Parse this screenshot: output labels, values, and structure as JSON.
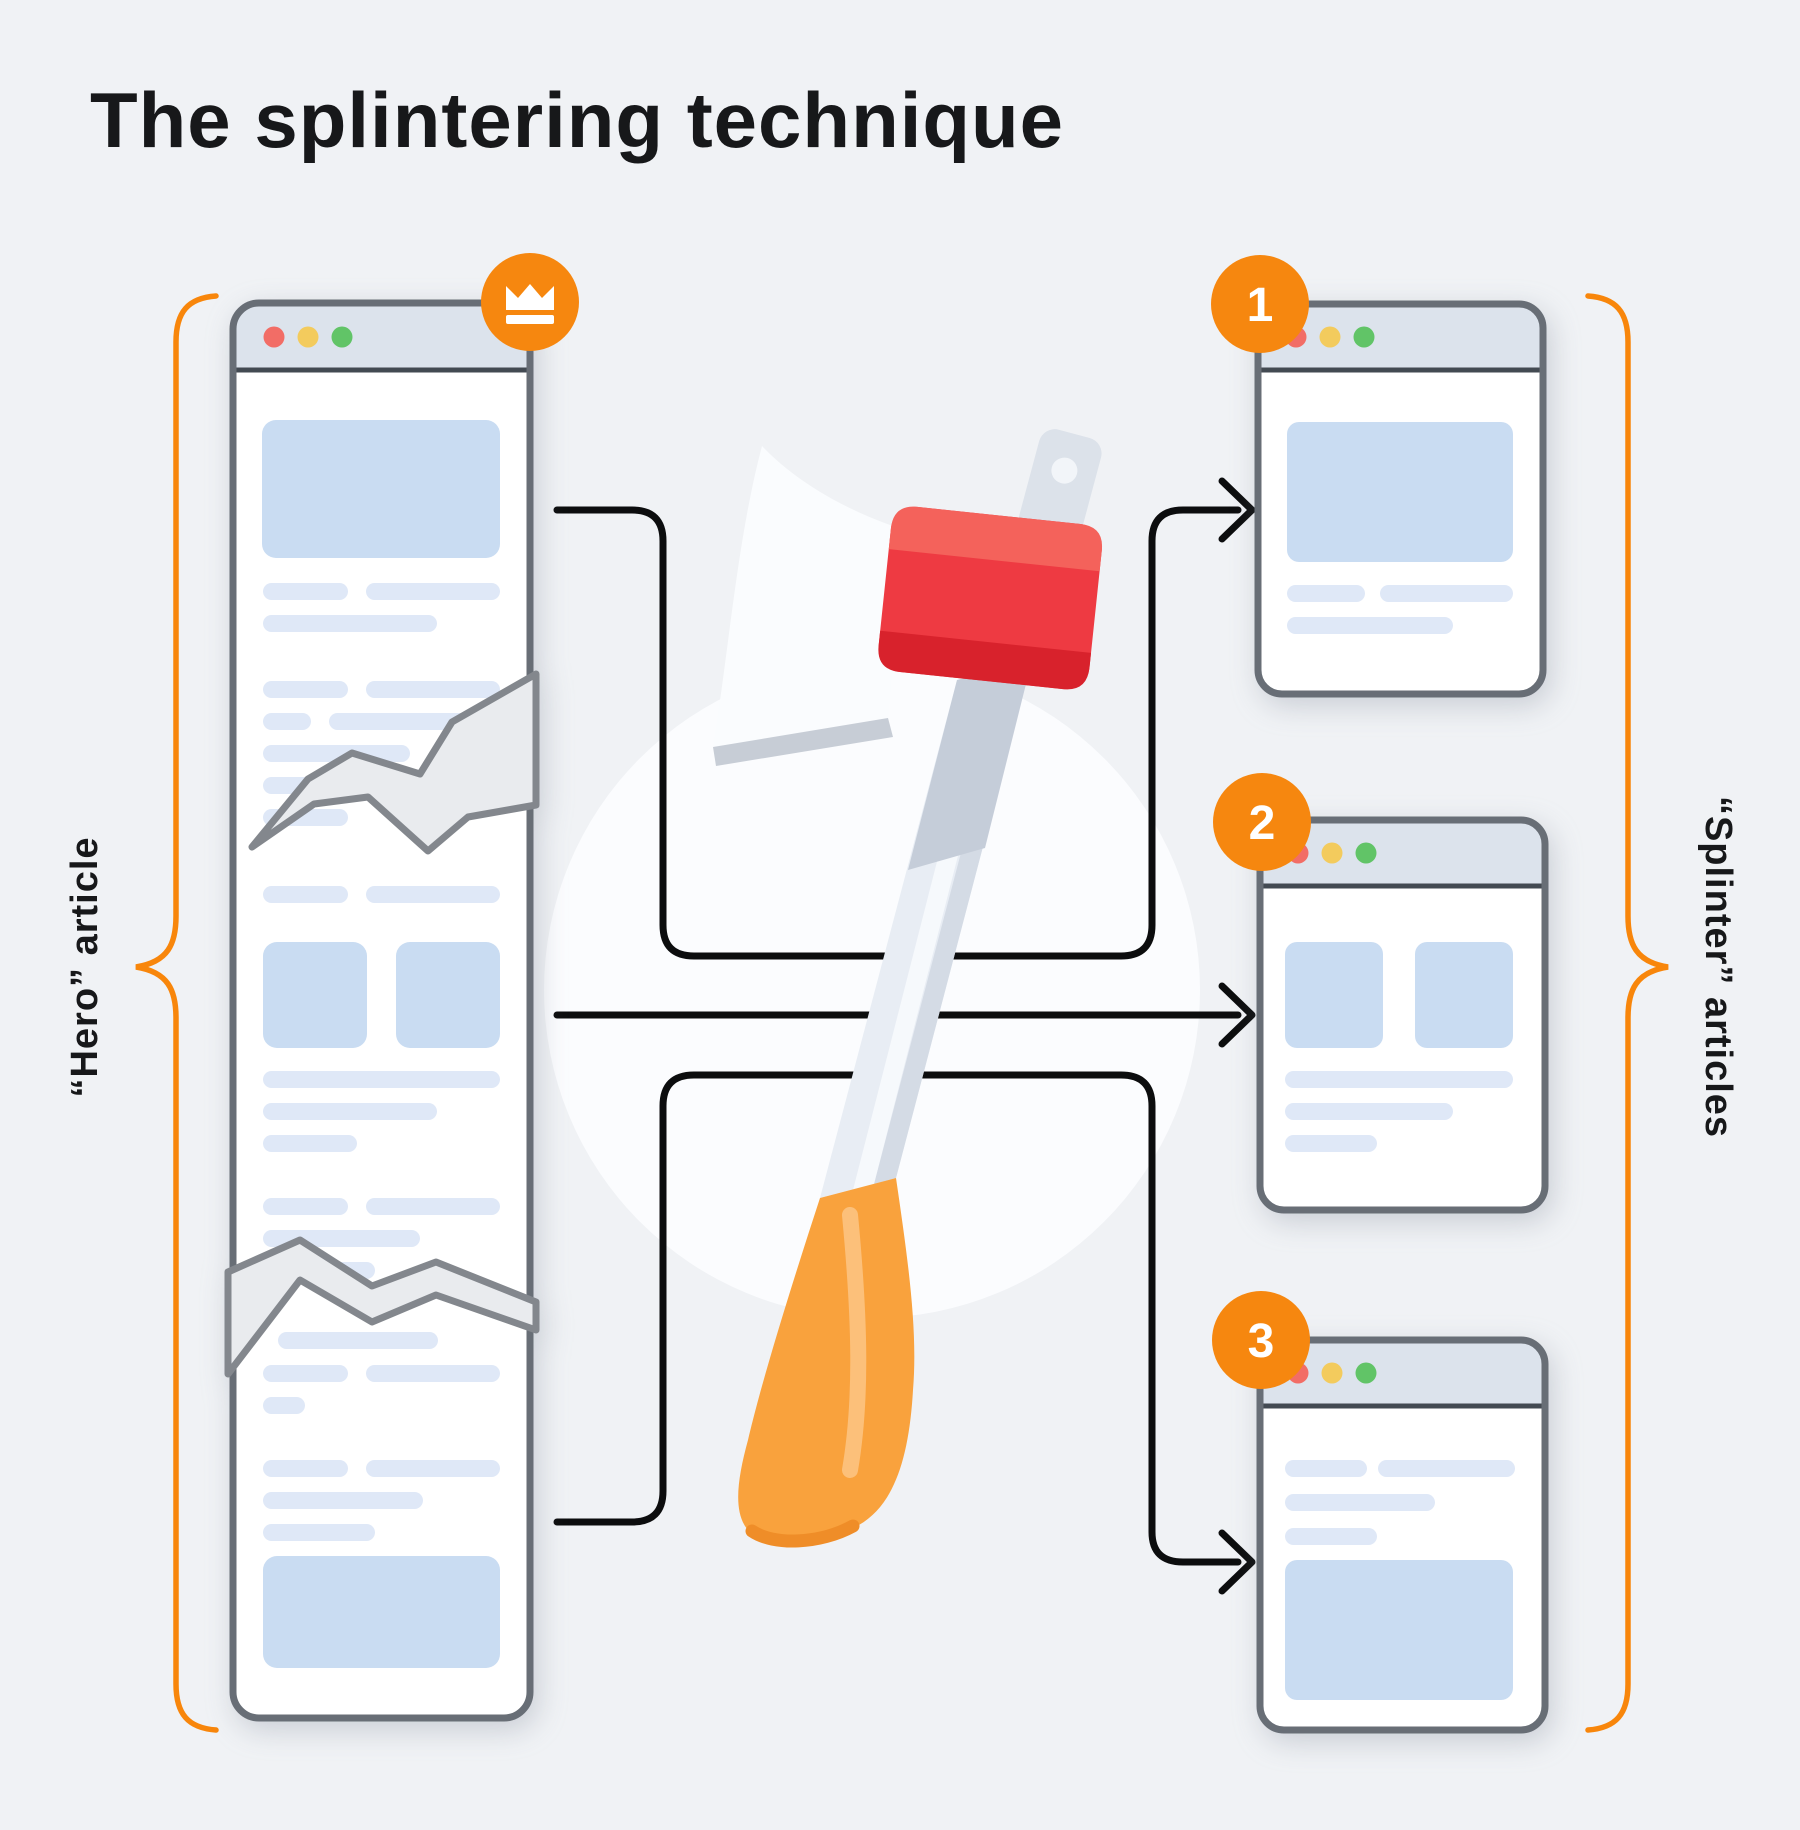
{
  "title": "The splintering technique",
  "labels": {
    "hero": "“Hero” article",
    "splinter": "“Splinter” articles"
  },
  "badges": {
    "hero_icon": "crown-icon",
    "splinter_numbers": [
      "1",
      "2",
      "3"
    ]
  },
  "colors": {
    "background": "#f0f2f5",
    "title_text": "#17181a",
    "bracket_orange": "#f8860b",
    "badge_orange": "#f6870f",
    "arrow_black": "#0c0d0e",
    "window_border": "#686e76",
    "window_titlebar": "#dce3ec",
    "traffic_red": "#f26d66",
    "traffic_yellow": "#f3cb5d",
    "traffic_green": "#61c467",
    "content_block_blue": "#c9dcf2",
    "content_line_blue": "#dfe8f7",
    "tear_fill": "#e9ebee",
    "tear_stroke": "#83878d",
    "axe_head_red": "#ee3a42",
    "axe_blade_white": "#fafcfe",
    "axe_handle_gray": "#e8edf4",
    "axe_grip_orange": "#f9a23d"
  }
}
